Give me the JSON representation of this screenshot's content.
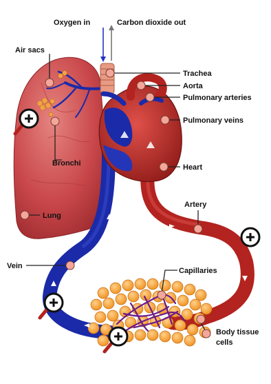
{
  "labels": {
    "oxygen_in": "Oxygen in",
    "carbon_dioxide_out": "Carbon dioxide out",
    "air_sacs": "Air sacs",
    "trachea": "Trachea",
    "aorta": "Aorta",
    "pulmonary_arteries": "Pulmonary arteries",
    "pulmonary_veins": "Pulmonary veins",
    "bronchi": "Bronchi",
    "heart": "Heart",
    "artery": "Artery",
    "lung": "Lung",
    "vein": "Vein",
    "capillaries": "Capillaries",
    "body_tissue_line1": "Body tissue",
    "body_tissue_line2": "cells"
  },
  "colors": {
    "lung": "#c9474a",
    "lung_light": "#e07a78",
    "vessel_red": "#b3231f",
    "vessel_blue": "#1b2aa8",
    "tissue": "#f5a234",
    "heart": "#c0302b"
  },
  "icons": [
    "zoom-plus-icon",
    "arrow-down-icon",
    "arrow-up-icon"
  ]
}
